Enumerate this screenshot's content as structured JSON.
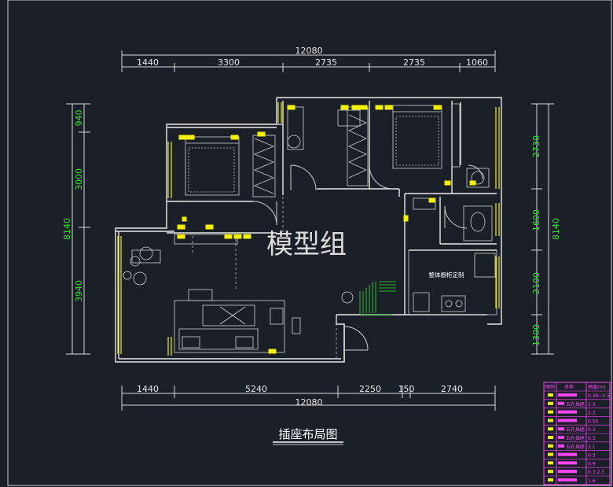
{
  "drawing": {
    "title": "插座布局图",
    "watermark": "模型组",
    "room_note": "整体橱柜定制",
    "colors": {
      "background": "#1b1f27",
      "wall": "#e8e8e8",
      "dimension_text": "#2ee62e",
      "socket": "#f2f200",
      "legend": "#ff44ff"
    }
  },
  "dimensions": {
    "top_total": "12080",
    "top_segments": [
      "1440",
      "3300",
      "2735",
      "2735",
      "1060"
    ],
    "bottom_segments": [
      "1440",
      "5240",
      "2250",
      "150",
      "2740"
    ],
    "bottom_total": "12080",
    "left_segments": [
      "940",
      "3000",
      "3940"
    ],
    "left_total": "8140",
    "right_segments": [
      "2730",
      "1600",
      "2100",
      "1300"
    ],
    "right_total": "8140"
  },
  "legend": {
    "header": [
      "图例",
      "名称",
      "高度(m)"
    ],
    "rows": [
      {
        "name": "",
        "height": "0.30~0.5"
      },
      {
        "name": "五孔插座",
        "height": "1.3"
      },
      {
        "name": "",
        "height": "2.2"
      },
      {
        "name": "",
        "height": "0.55"
      },
      {
        "name": "五孔插座",
        "height": "0.3"
      },
      {
        "name": "五孔插座",
        "height": "0.3"
      },
      {
        "name": "五孔插座",
        "height": "2.1"
      },
      {
        "name": "",
        "height": "0.3"
      },
      {
        "name": "",
        "height": "0.9"
      },
      {
        "name": "",
        "height": "0.3  2.3"
      },
      {
        "name": "",
        "height": "1.6"
      }
    ]
  }
}
